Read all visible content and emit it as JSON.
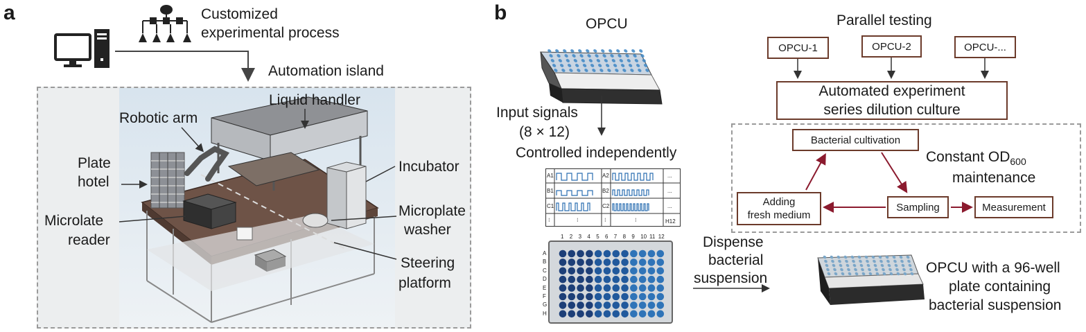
{
  "panel_a": {
    "letter": "a",
    "process_label": "Customized\nexperimental process",
    "process_label_l1": "Customized",
    "process_label_l2": "experimental process",
    "automation_island": "Automation island",
    "liquid_handler": "Liquid handler",
    "robotic_arm": "Robotic arm",
    "plate_hotel_l1": "Plate",
    "plate_hotel_l2": "hotel",
    "incubator": "Incubator",
    "microlate_reader_l1": "Microlate",
    "microlate_reader_l2": "reader",
    "microplate_washer_l1": "Microplate",
    "microplate_washer_l2": "washer",
    "steering_platform_l1": "Steering",
    "steering_platform_l2": "platform"
  },
  "panel_b": {
    "letter": "b",
    "opcu_title": "OPCU",
    "input_signals_l1": "Input signals",
    "input_signals_l2": "(8 × 12)",
    "controlled": "Controlled independently",
    "signal_rows": [
      "A1",
      "B1",
      "C1",
      "⁝"
    ],
    "signal_rows2": [
      "A2",
      "B2",
      "C2",
      "⁝"
    ],
    "signal_end": [
      "...",
      "...",
      "...",
      "H12"
    ],
    "plate_cols": [
      "1",
      "2",
      "3",
      "4",
      "5",
      "6",
      "7",
      "8",
      "9",
      "10",
      "11",
      "12"
    ],
    "plate_rows": [
      "A",
      "B",
      "C",
      "D",
      "E",
      "F",
      "G",
      "H"
    ],
    "dispense_l1": "Dispense",
    "dispense_l2": "bacterial",
    "dispense_l3": "suspension",
    "parallel_testing": "Parallel testing",
    "opcu_units": [
      "OPCU-1",
      "OPCU-2",
      "OPCU-..."
    ],
    "automated_l1": "Automated experiment",
    "automated_l2": "series dilution culture",
    "bacterial_cultivation": "Bacterial cultivation",
    "constant_od_prefix": "Constant OD",
    "constant_od_sub": "600",
    "constant_od_l2": "maintenance",
    "adding_l1": "Adding",
    "adding_l2": "fresh medium",
    "sampling": "Sampling",
    "measurement": "Measurement",
    "final_l1": "OPCU with a 96-well",
    "final_l2": "plate containing",
    "final_l3": "bacterial suspension"
  },
  "colors": {
    "arrow_dark": "#6b3a2a",
    "cycle_arrow": "#8b1a2e",
    "well_blue": "#1f5fa8",
    "dash_gray": "#9a9a9a"
  }
}
